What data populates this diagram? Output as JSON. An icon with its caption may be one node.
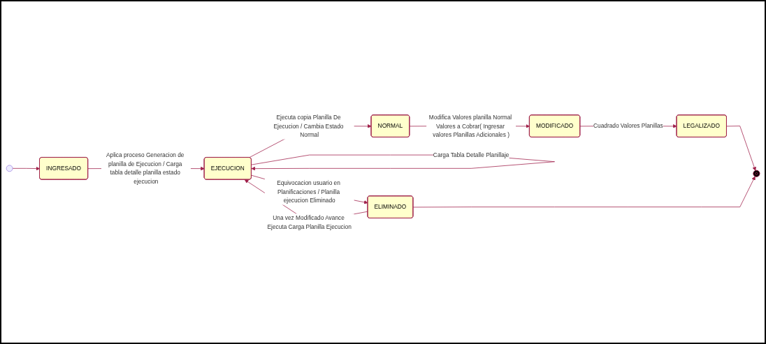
{
  "diagram": {
    "nodes": [
      {
        "text": [],
        "shape": "circle"
      },
      {
        "text": [
          "INGRESADO"
        ]
      },
      {
        "text": [
          "EJECUCION"
        ]
      },
      {
        "text": [
          "NORMAL"
        ]
      },
      {
        "text": [
          "ELIMINADO"
        ]
      },
      {
        "text": [
          "MODIFICADO"
        ]
      },
      {
        "text": [
          "LEGALIZADO"
        ]
      },
      {
        "text": [],
        "shape": "circle"
      }
    ],
    "edges": [
      {
        "from": 0,
        "to": 1,
        "arrow": "to"
      },
      {
        "from": 1,
        "to": 2,
        "arrow": "to",
        "label": "Aplica proceso Generacion de planilla de Ejecucion / Carga tabla detalle planilla estado ejecucion"
      },
      {
        "from": 2,
        "to": 2,
        "arrow": "to",
        "label": "Carga Tabla Detalle Planillaje"
      },
      {
        "from": 2,
        "to": 3,
        "arrow": "to",
        "label": "Ejecuta copia Planilla De Ejecucion / Cambia Estado Normal"
      },
      {
        "from": 2,
        "to": 4,
        "arrow": "to",
        "label": "Equivocacion usuario en Planificaciones / Planilla ejecucion Eliminado"
      },
      {
        "from": 4,
        "to": 2,
        "arrow": "to",
        "label": "Una vez Modificado Avance Ejecuta Carga Planilla Ejecucion"
      },
      {
        "from": 3,
        "to": 5,
        "arrow": "to",
        "label": "Modifica Valores planilla Normal Valores a Cobrar( Ingresar valores Planillas Adicionales )"
      },
      {
        "from": 5,
        "to": 6,
        "arrow": "to",
        "label": "Cuadrado Valores Planillas"
      },
      {
        "from": 6,
        "to": 7,
        "arrow": "to"
      },
      {
        "from": 4,
        "to": 7,
        "arrow": "to"
      }
    ]
  }
}
